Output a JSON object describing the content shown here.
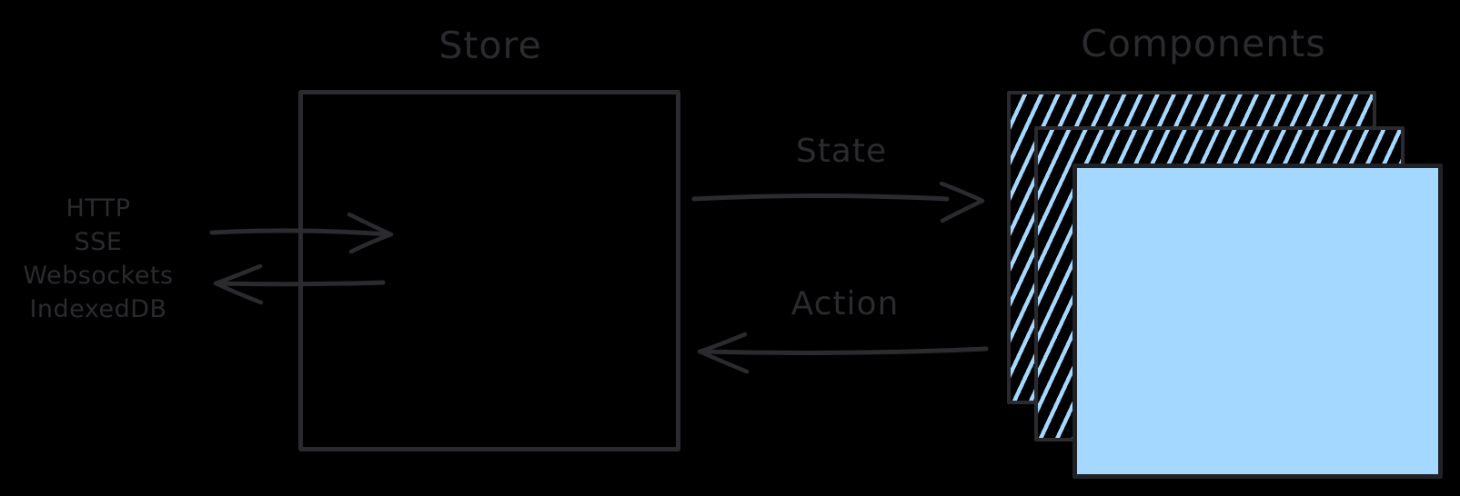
{
  "colors": {
    "background": "#000000",
    "stroke": "#2b2b2f",
    "blue": "#a5d8ff"
  },
  "store": {
    "title": "Store"
  },
  "sources": {
    "items": [
      "HTTP",
      "SSE",
      "Websockets",
      "IndexedDB"
    ]
  },
  "flows": {
    "state_label": "State",
    "action_label": "Action"
  },
  "components": {
    "title": "Components"
  }
}
